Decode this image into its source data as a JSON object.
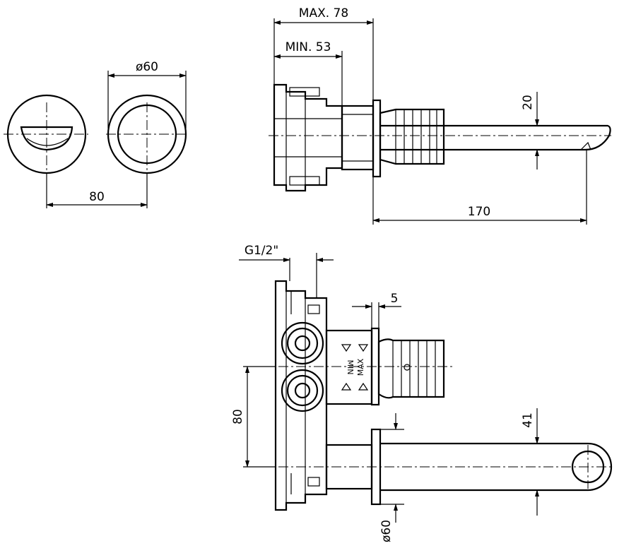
{
  "dimensions": {
    "max_depth": "MAX. 78",
    "min_depth": "MIN. 53",
    "rosette_diameter_top": "ø60",
    "centers_top": "80",
    "spout_height": "20",
    "spout_length": "170",
    "thread": "G1/2\"",
    "rosette_gap": "5",
    "centers_front": "80",
    "spout_offset": "41",
    "rosette_diameter_front": "ø60"
  },
  "valve_labels": {
    "min": "MIN",
    "max": "MAX"
  }
}
